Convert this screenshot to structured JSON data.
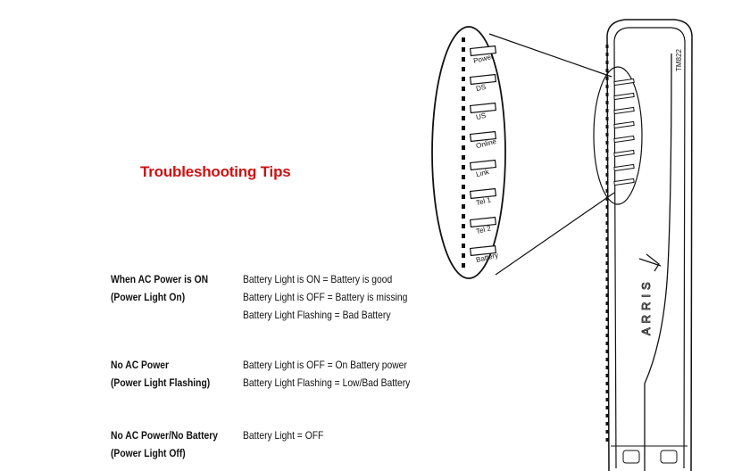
{
  "title": "Troubleshooting Tips",
  "title_color": "#cc1111",
  "tips": [
    {
      "condition": [
        "When AC Power is ON",
        "(Power Light On)"
      ],
      "results": [
        "Battery Light is ON = Battery is good",
        "Battery Light is OFF = Battery is missing",
        "Battery Light Flashing = Bad Battery"
      ]
    },
    {
      "condition": [
        "No AC Power",
        "(Power Light Flashing)"
      ],
      "results": [
        "Battery Light is OFF = On Battery power",
        "Battery Light Flashing = Low/Bad Battery"
      ]
    },
    {
      "condition": [
        "No AC Power/No Battery",
        "(Power Light Off)"
      ],
      "results": [
        "Battery Light = OFF"
      ]
    }
  ],
  "device": {
    "model": "TM822",
    "brand": "ARRIS",
    "leds": [
      "Power",
      "DS",
      "US",
      "Online",
      "Link",
      "Tel 1",
      "Tel 2",
      "Battery"
    ]
  }
}
